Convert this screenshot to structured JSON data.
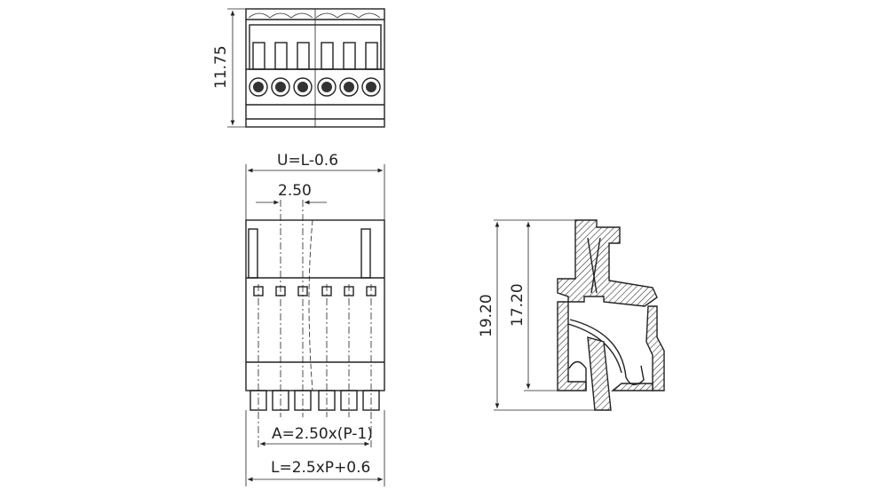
{
  "drawing": {
    "top_view": {
      "height_dim": "11.75"
    },
    "front_view": {
      "width_dim": "U=L-0.6",
      "pitch_dim": "2.50",
      "pin_span_dim": "A=2.50x(P-1)",
      "length_dim": "L=2.5xP+0.6"
    },
    "side_view": {
      "overall_height_dim": "19.20",
      "body_height_dim": "17.20"
    }
  }
}
